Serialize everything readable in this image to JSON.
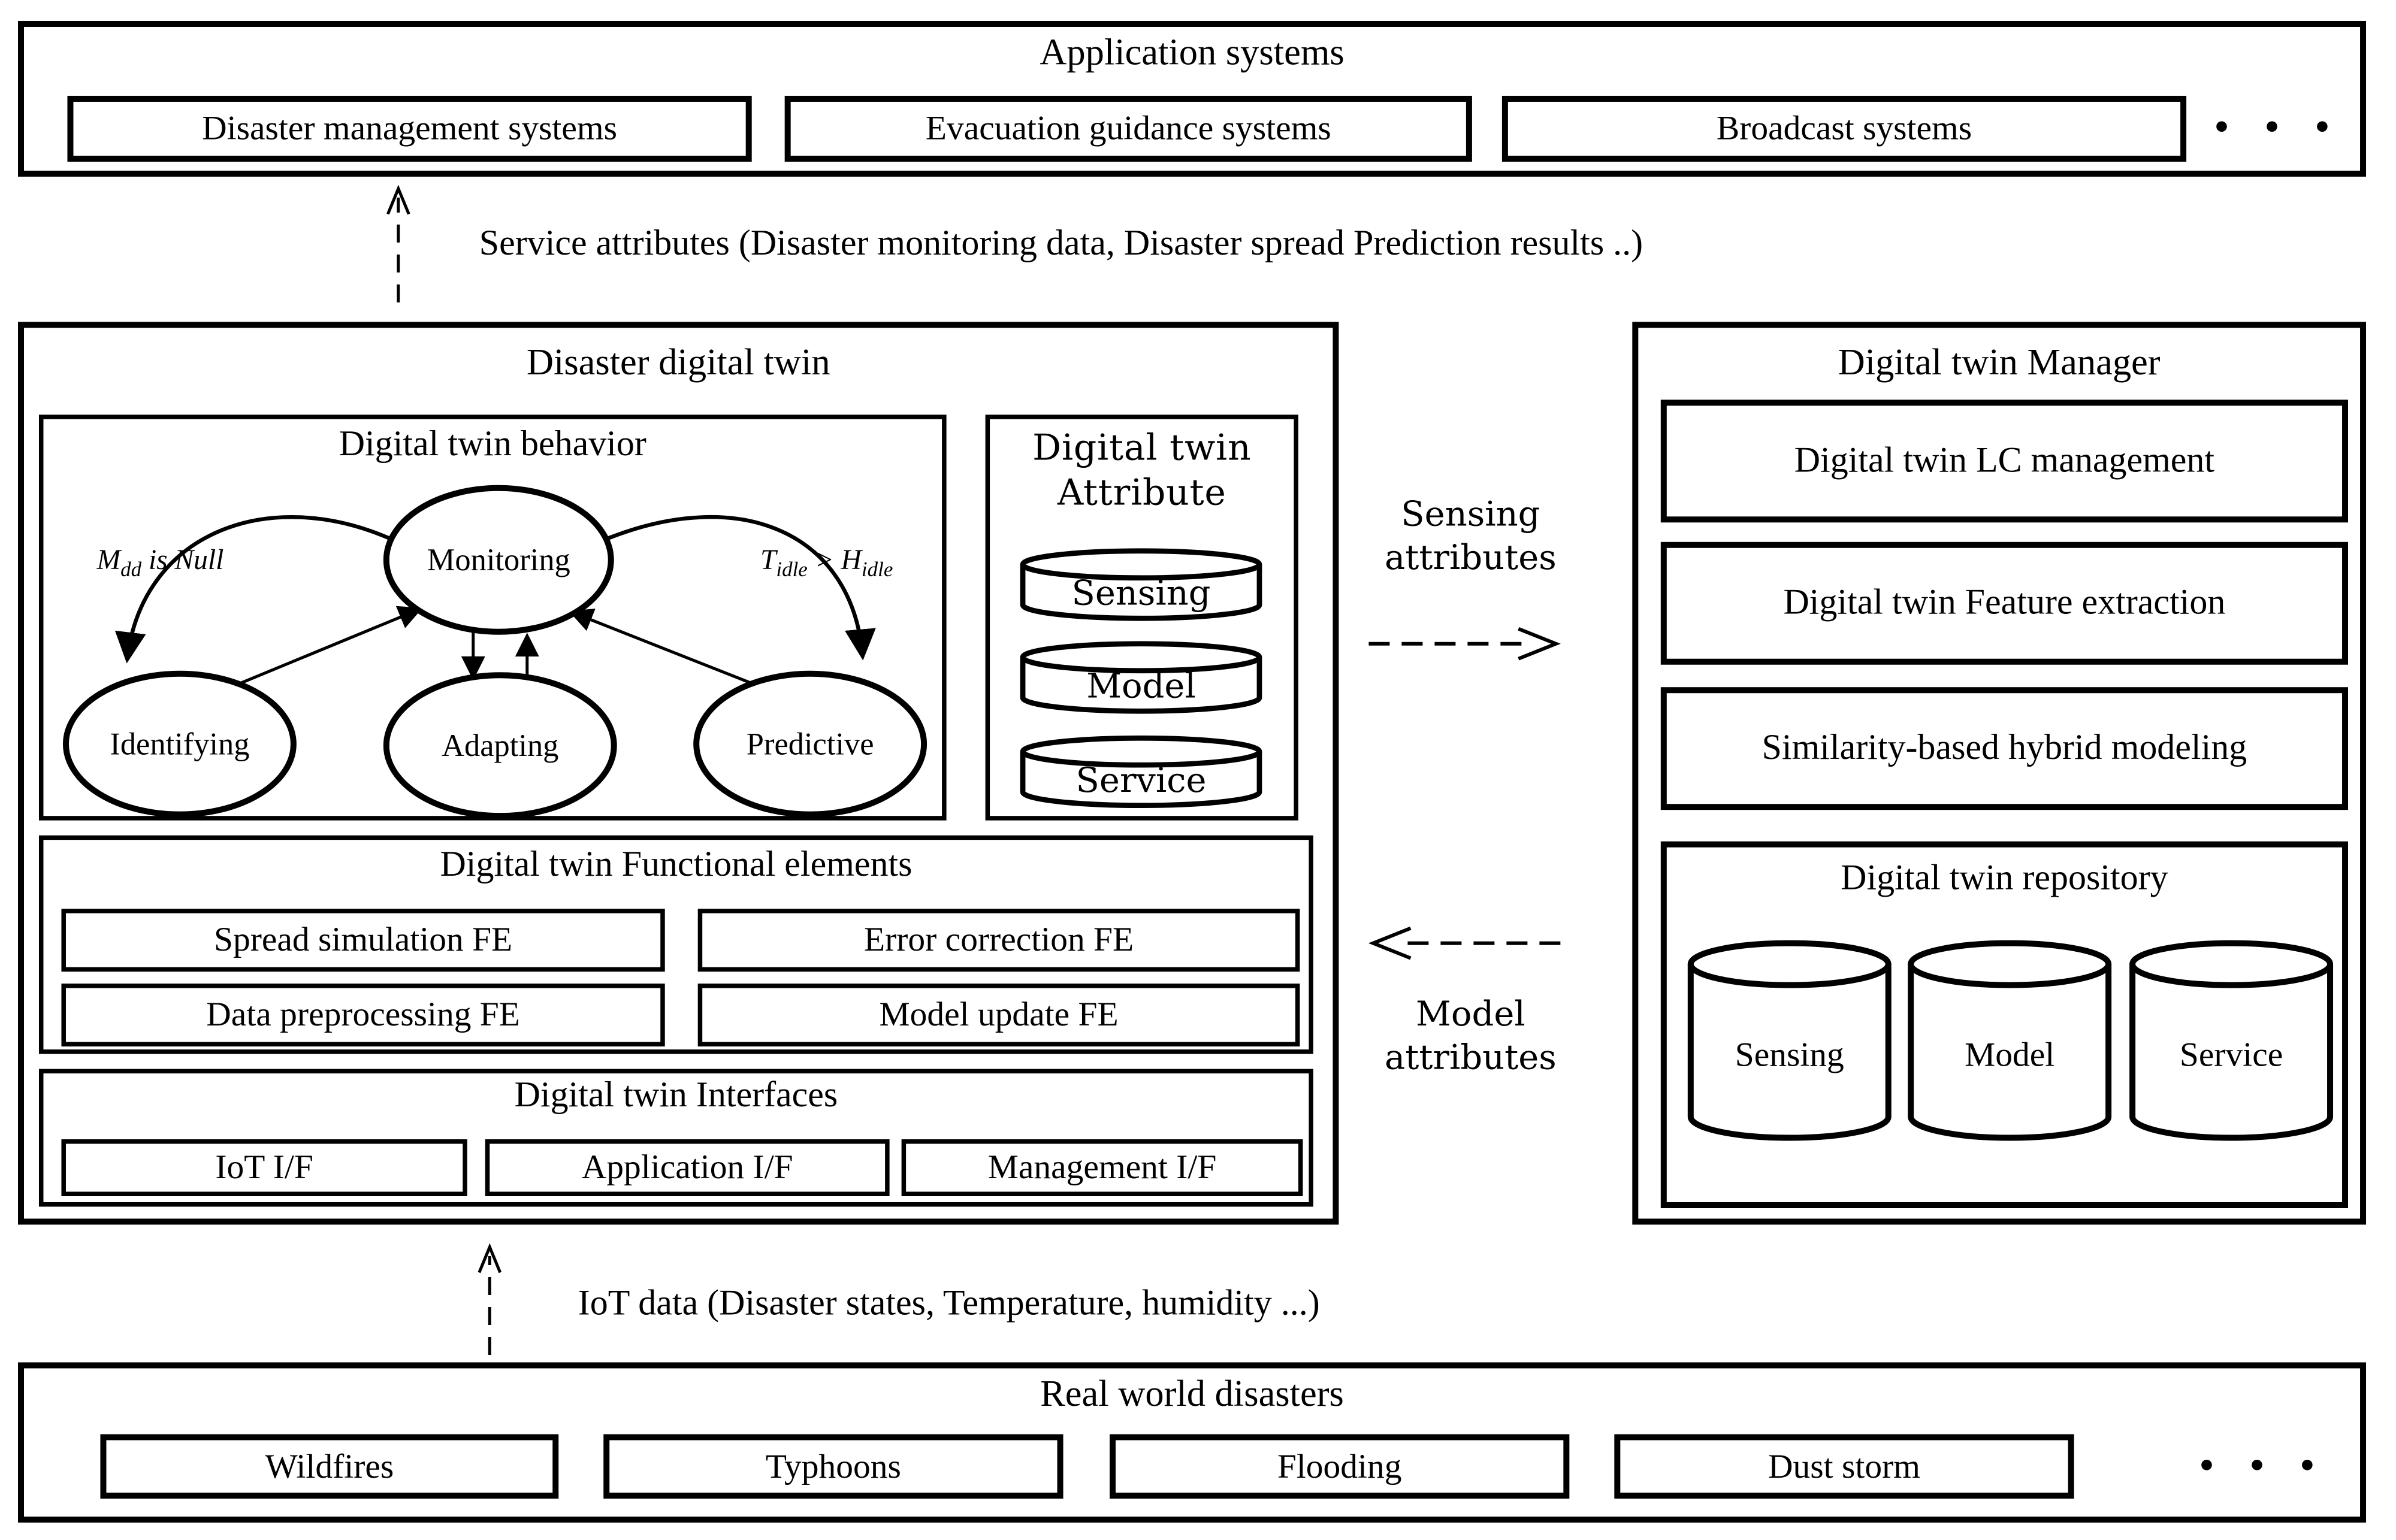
{
  "app": {
    "title": "Application systems",
    "items": [
      "Disaster management systems",
      "Evacuation guidance systems",
      "Broadcast systems"
    ],
    "more": "• • •"
  },
  "service_flow": {
    "label": "Service attributes (Disaster monitoring data, Disaster spread Prediction results ..)"
  },
  "ddt": {
    "title": "Disaster digital twin",
    "behavior": {
      "title": "Digital twin behavior",
      "states": {
        "monitoring": "Monitoring",
        "identifying": "Identifying",
        "adapting": "Adapting",
        "predictive": "Predictive"
      },
      "cond_left": {
        "v": "M",
        "sub": "dd",
        "tail": " is Null"
      },
      "cond_right": {
        "v1": "T",
        "sub1": "idle",
        "mid": " > ",
        "v2": "H",
        "sub2": "idle"
      }
    },
    "attribute": {
      "title1": "Digital twin",
      "title2": "Attribute",
      "cylinders": [
        "Sensing",
        "Model",
        "Service"
      ]
    },
    "functional": {
      "title": "Digital twin Functional elements",
      "items": [
        "Spread simulation FE",
        "Error correction FE",
        "Data preprocessing FE",
        "Model update FE"
      ]
    },
    "interfaces": {
      "title": "Digital twin Interfaces",
      "items": [
        "IoT I/F",
        "Application I/F",
        "Management I/F"
      ]
    }
  },
  "manager": {
    "title": "Digital twin Manager",
    "items": [
      "Digital twin LC management",
      "Digital twin Feature extraction",
      "Similarity-based  hybrid modeling"
    ],
    "repository": {
      "title": "Digital twin repository",
      "cylinders": [
        "Sensing",
        "Model",
        "Service"
      ]
    }
  },
  "flows": {
    "sensing1": "Sensing",
    "sensing2": "attributes",
    "model1": "Model",
    "model2": "attributes"
  },
  "iot_flow": {
    "label": "IoT data (Disaster states, Temperature, humidity ...)"
  },
  "real": {
    "title": "Real world disasters",
    "items": [
      "Wildfires",
      "Typhoons",
      "Flooding",
      "Dust storm"
    ],
    "more": "• • •"
  }
}
